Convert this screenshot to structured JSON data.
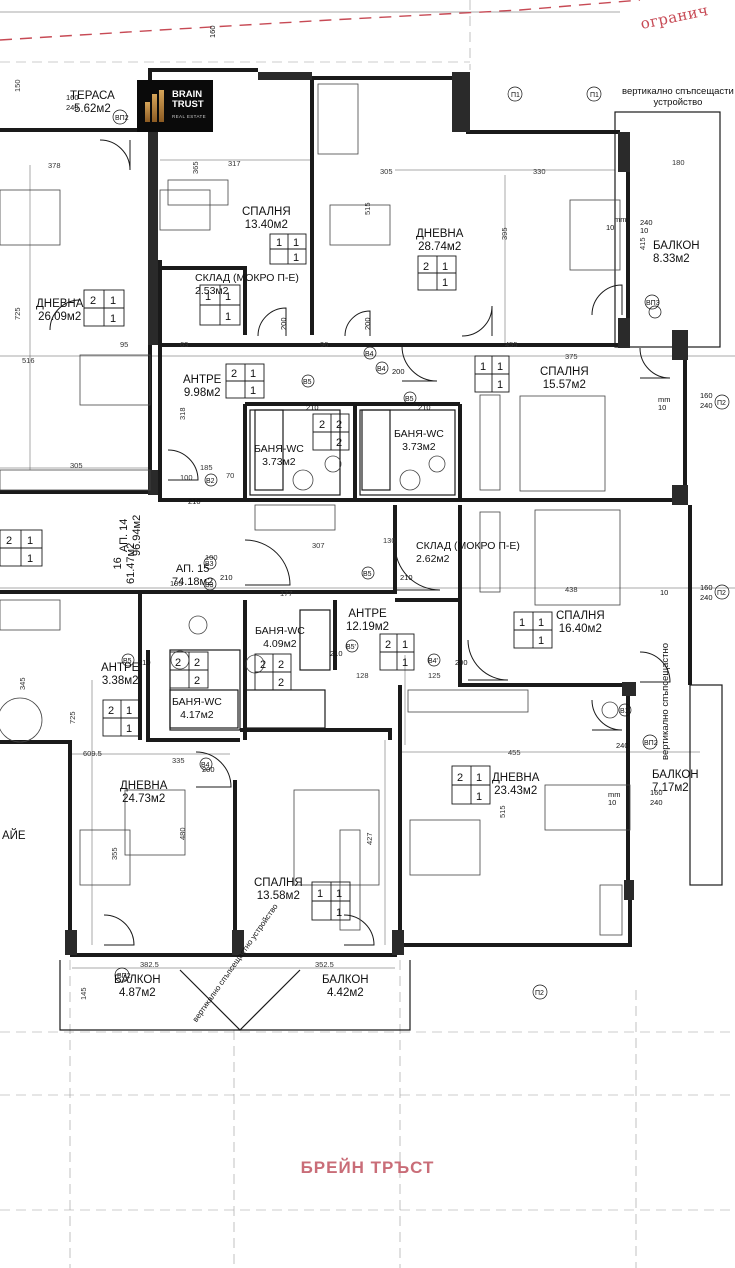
{
  "stamp": "огранич",
  "logo": {
    "line1": "BRAIN",
    "line2": "TRUST",
    "sub": "REAL ESTATE"
  },
  "watermark": "БРЕЙН ТРЪСТ",
  "shafts": {
    "top_right": [
      "вертикално спъпсещасти",
      "устройство"
    ],
    "mid_right": "вертикално спъпсещастно",
    "bottom": "вертикално спъпсещастно устройство"
  },
  "rooms": [
    {
      "id": "terrace",
      "name": "ТЕРАСА",
      "area": "5.62м2"
    },
    {
      "id": "bedroom-1",
      "name": "СПАЛНЯ",
      "area": "13.40м2"
    },
    {
      "id": "living-top-center",
      "name": "ДНЕВНА",
      "area": "28.74м2"
    },
    {
      "id": "balcony-top-right",
      "name": "БАЛКОН",
      "area": "8.33м2"
    },
    {
      "id": "storage-1",
      "name": "СКЛАД (МОКРО П-Е)",
      "area": "2.53м2"
    },
    {
      "id": "living-left",
      "name": "ДНЕВНА",
      "area": "26.09м2"
    },
    {
      "id": "hall-1",
      "name": "АНТРЕ",
      "area": "9.98м2"
    },
    {
      "id": "bedroom-2",
      "name": "СПАЛНЯ",
      "area": "15.57м2"
    },
    {
      "id": "bath-1",
      "name": "БАНЯ-WC",
      "area": "3.73м2"
    },
    {
      "id": "bath-2",
      "name": "БАНЯ-WC",
      "area": "3.73м2"
    },
    {
      "id": "apt-14",
      "name": "АП. 14",
      "area": "96.94м2"
    },
    {
      "id": "apt-15",
      "name": "АП. 15",
      "area": "74.18м2"
    },
    {
      "id": "apt-16",
      "name": "16",
      "area": "61.47м2"
    },
    {
      "id": "storage-2",
      "name": "СКЛАД (МОКРО П-Е)",
      "area": "2.62м2"
    },
    {
      "id": "hall-2",
      "name": "АНТРЕ",
      "area": "12.19м2"
    },
    {
      "id": "bedroom-3",
      "name": "СПАЛНЯ",
      "area": "16.40м2"
    },
    {
      "id": "bath-3",
      "name": "БАНЯ-WC",
      "area": "4.09м2"
    },
    {
      "id": "hall-3",
      "name": "АНТРЕ",
      "area": "3.38м2"
    },
    {
      "id": "bath-4",
      "name": "БАНЯ-WC",
      "area": "4.17м2"
    },
    {
      "id": "living-bottom-left",
      "name": "ДНЕВНА",
      "area": "24.73м2"
    },
    {
      "id": "living-bottom-right",
      "name": "ДНЕВНА",
      "area": "23.43м2"
    },
    {
      "id": "balcony-mid-right",
      "name": "БАЛКОН",
      "area": "7.17м2"
    },
    {
      "id": "bedroom-4",
      "name": "СПАЛНЯ",
      "area": "13.58м2"
    },
    {
      "id": "balcony-bottom-left",
      "name": "БАЛКОН",
      "area": "4.87м2"
    },
    {
      "id": "balcony-bottom-center",
      "name": "БАЛКОН",
      "area": "4.42м2"
    },
    {
      "id": "cafe-fragment",
      "name": "АЙЕ",
      "area": ""
    }
  ],
  "dimensions": [
    "150",
    "378",
    "317",
    "305",
    "330",
    "180",
    "515",
    "395",
    "725",
    "516",
    "305",
    "318",
    "185",
    "307",
    "177",
    "195",
    "438",
    "455",
    "375",
    "609.5",
    "335",
    "480",
    "355",
    "427",
    "382.5",
    "352.5",
    "145",
    "415",
    "210",
    "200",
    "100",
    "240",
    "160",
    "130",
    "128",
    "125"
  ],
  "door_tags": [
    "B2",
    "B3",
    "B4",
    "B5",
    "B5'",
    "B4'",
    "BП1",
    "BП2",
    "П1",
    "П2",
    "B1"
  ]
}
